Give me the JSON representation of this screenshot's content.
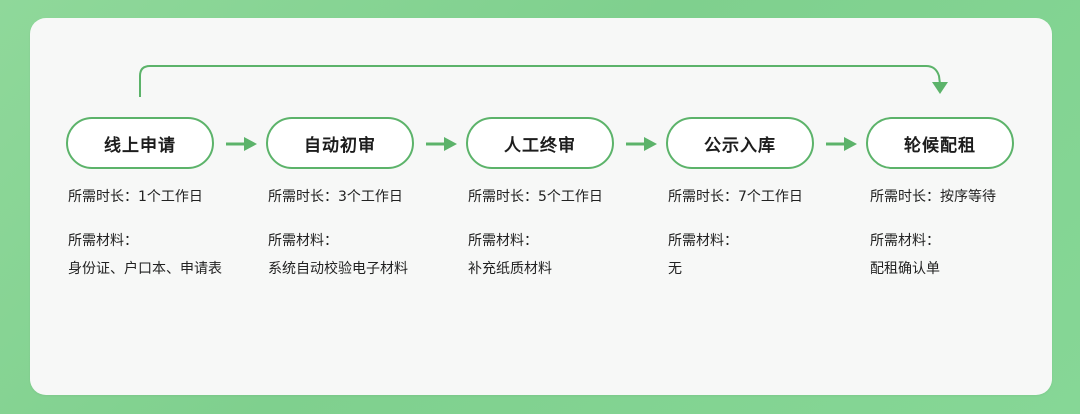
{
  "colors": {
    "accent": "#5cb36a",
    "background": "#86d796",
    "card": "#f7f8f7",
    "text": "#222222"
  },
  "steps": [
    {
      "title": "线上申请",
      "duration": "所需时长：1个工作日",
      "materials_label": "所需材料：",
      "materials": "身份证、户口本、申请表"
    },
    {
      "title": "自动初审",
      "duration": "所需时长：3个工作日",
      "materials_label": "所需材料：",
      "materials": "系统自动校验电子材料"
    },
    {
      "title": "人工终审",
      "duration": "所需时长：5个工作日",
      "materials_label": "所需材料：",
      "materials": "补充纸质材料"
    },
    {
      "title": "公示入库",
      "duration": "所需时长：7个工作日",
      "materials_label": "所需材料：",
      "materials": "无"
    },
    {
      "title": "轮候配租",
      "duration": "所需时长：按序等待",
      "materials_label": "所需材料：",
      "materials": "配租确认单"
    }
  ]
}
